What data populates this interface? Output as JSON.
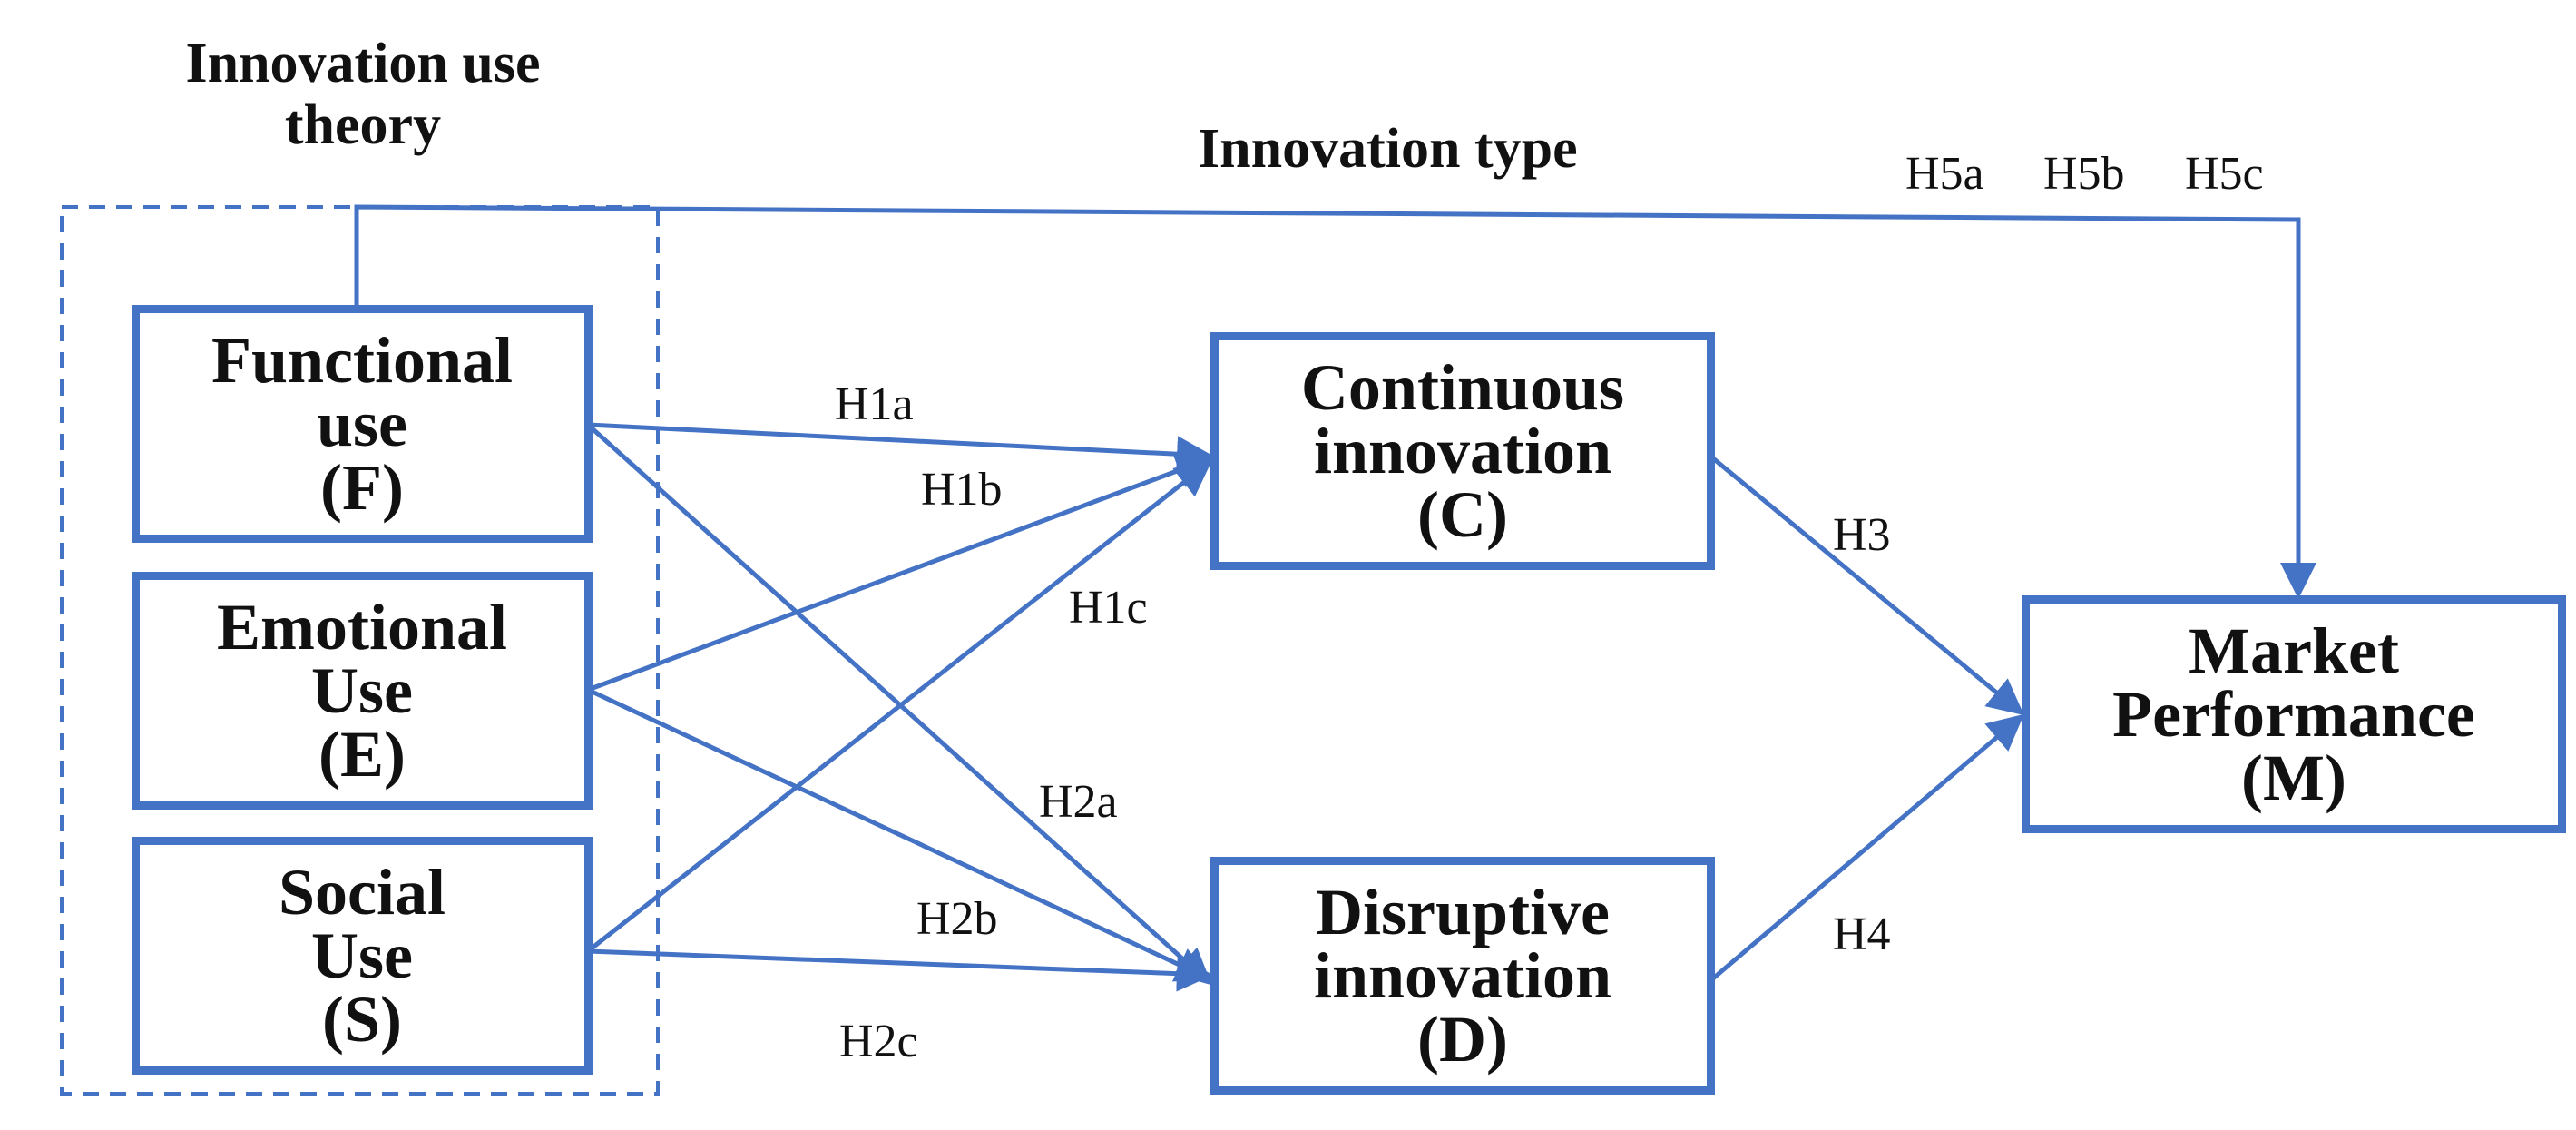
{
  "headings": {
    "theory_line1": "Innovation use",
    "theory_line2": "theory",
    "innovation_type": "Innovation type"
  },
  "boxes": {
    "functional": [
      "Functional",
      "use",
      "(F)"
    ],
    "emotional": [
      "Emotional",
      "Use",
      "(E)"
    ],
    "social": [
      "Social",
      "Use",
      "(S)"
    ],
    "continuous": [
      "Continuous",
      "innovation",
      "(C)"
    ],
    "disruptive": [
      "Disruptive",
      "innovation",
      "(D)"
    ],
    "market": [
      "Market",
      "Performance",
      "(M)"
    ]
  },
  "hypotheses": {
    "h1a": "H1a",
    "h1b": "H1b",
    "h1c": "H1c",
    "h2a": "H2a",
    "h2b": "H2b",
    "h2c": "H2c",
    "h3": "H3",
    "h4": "H4",
    "h5a": "H5a",
    "h5b": "H5b",
    "h5c": "H5c"
  },
  "colors": {
    "accent": "#4472C4",
    "text": "#111111"
  }
}
